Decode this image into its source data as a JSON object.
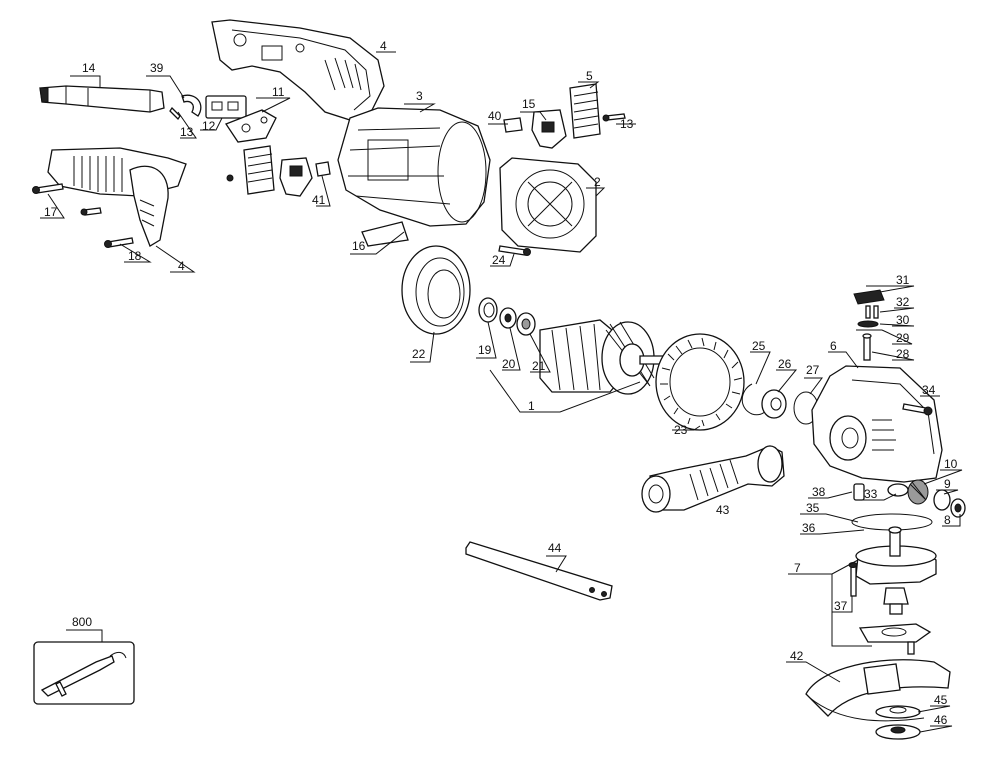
{
  "labels": [
    {
      "id": "1",
      "text": "1"
    },
    {
      "id": "2",
      "text": "2"
    },
    {
      "id": "3",
      "text": "3"
    },
    {
      "id": "4a",
      "text": "4"
    },
    {
      "id": "4b",
      "text": "4"
    },
    {
      "id": "5",
      "text": "5"
    },
    {
      "id": "6",
      "text": "6"
    },
    {
      "id": "7",
      "text": "7"
    },
    {
      "id": "8",
      "text": "8"
    },
    {
      "id": "9",
      "text": "9"
    },
    {
      "id": "10",
      "text": "10"
    },
    {
      "id": "11",
      "text": "11"
    },
    {
      "id": "12",
      "text": "12"
    },
    {
      "id": "13a",
      "text": "13"
    },
    {
      "id": "13b",
      "text": "13"
    },
    {
      "id": "14",
      "text": "14"
    },
    {
      "id": "15",
      "text": "15"
    },
    {
      "id": "16",
      "text": "16"
    },
    {
      "id": "17",
      "text": "17"
    },
    {
      "id": "18",
      "text": "18"
    },
    {
      "id": "19",
      "text": "19"
    },
    {
      "id": "20",
      "text": "20"
    },
    {
      "id": "21",
      "text": "21"
    },
    {
      "id": "22",
      "text": "22"
    },
    {
      "id": "23",
      "text": "23"
    },
    {
      "id": "24",
      "text": "24"
    },
    {
      "id": "25",
      "text": "25"
    },
    {
      "id": "26",
      "text": "26"
    },
    {
      "id": "27",
      "text": "27"
    },
    {
      "id": "28",
      "text": "28"
    },
    {
      "id": "29",
      "text": "29"
    },
    {
      "id": "30",
      "text": "30"
    },
    {
      "id": "31",
      "text": "31"
    },
    {
      "id": "32",
      "text": "32"
    },
    {
      "id": "33",
      "text": "33"
    },
    {
      "id": "34",
      "text": "34"
    },
    {
      "id": "35",
      "text": "35"
    },
    {
      "id": "36",
      "text": "36"
    },
    {
      "id": "37",
      "text": "37"
    },
    {
      "id": "38",
      "text": "38"
    },
    {
      "id": "39",
      "text": "39"
    },
    {
      "id": "40",
      "text": "40"
    },
    {
      "id": "41",
      "text": "41"
    },
    {
      "id": "42",
      "text": "42"
    },
    {
      "id": "43",
      "text": "43"
    },
    {
      "id": "44",
      "text": "44"
    },
    {
      "id": "45",
      "text": "45"
    },
    {
      "id": "46",
      "text": "46"
    },
    {
      "id": "800",
      "text": "800"
    }
  ]
}
